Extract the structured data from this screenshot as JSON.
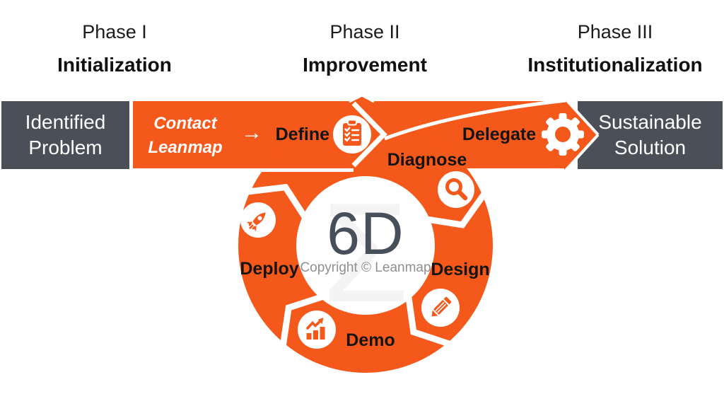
{
  "phases": [
    {
      "label": "Phase I",
      "name": "Initialization"
    },
    {
      "label": "Phase II",
      "name": "Improvement"
    },
    {
      "label": "Phase III",
      "name": "Institutionalization"
    }
  ],
  "flow": {
    "start_box": "Identified Problem",
    "contact_cta": "Contact Leanmap",
    "contact_arrow": "→",
    "end_box": "Sustainable Solution"
  },
  "steps": {
    "define": "Define",
    "diagnose": "Diagnose",
    "delegate": "Delegate",
    "design": "Design",
    "demo": "Demo",
    "deploy": "Deploy"
  },
  "center": {
    "title": "6D",
    "copyright": "Copyright © Leanmap",
    "watermark": "Σ"
  },
  "icons": {
    "define": "clipboard-checklist-icon",
    "diagnose": "magnifier-icon",
    "delegate": "gear-icon",
    "design": "pencil-icon",
    "demo": "bar-chart-growth-icon",
    "deploy": "rocket-icon"
  },
  "colors": {
    "orange": "#F4581A",
    "dark_gray": "#4B4F58",
    "label_black": "#141414",
    "title_slate": "#47505A",
    "copyright_gray": "#8F8F8F",
    "white": "#FFFFFF"
  }
}
